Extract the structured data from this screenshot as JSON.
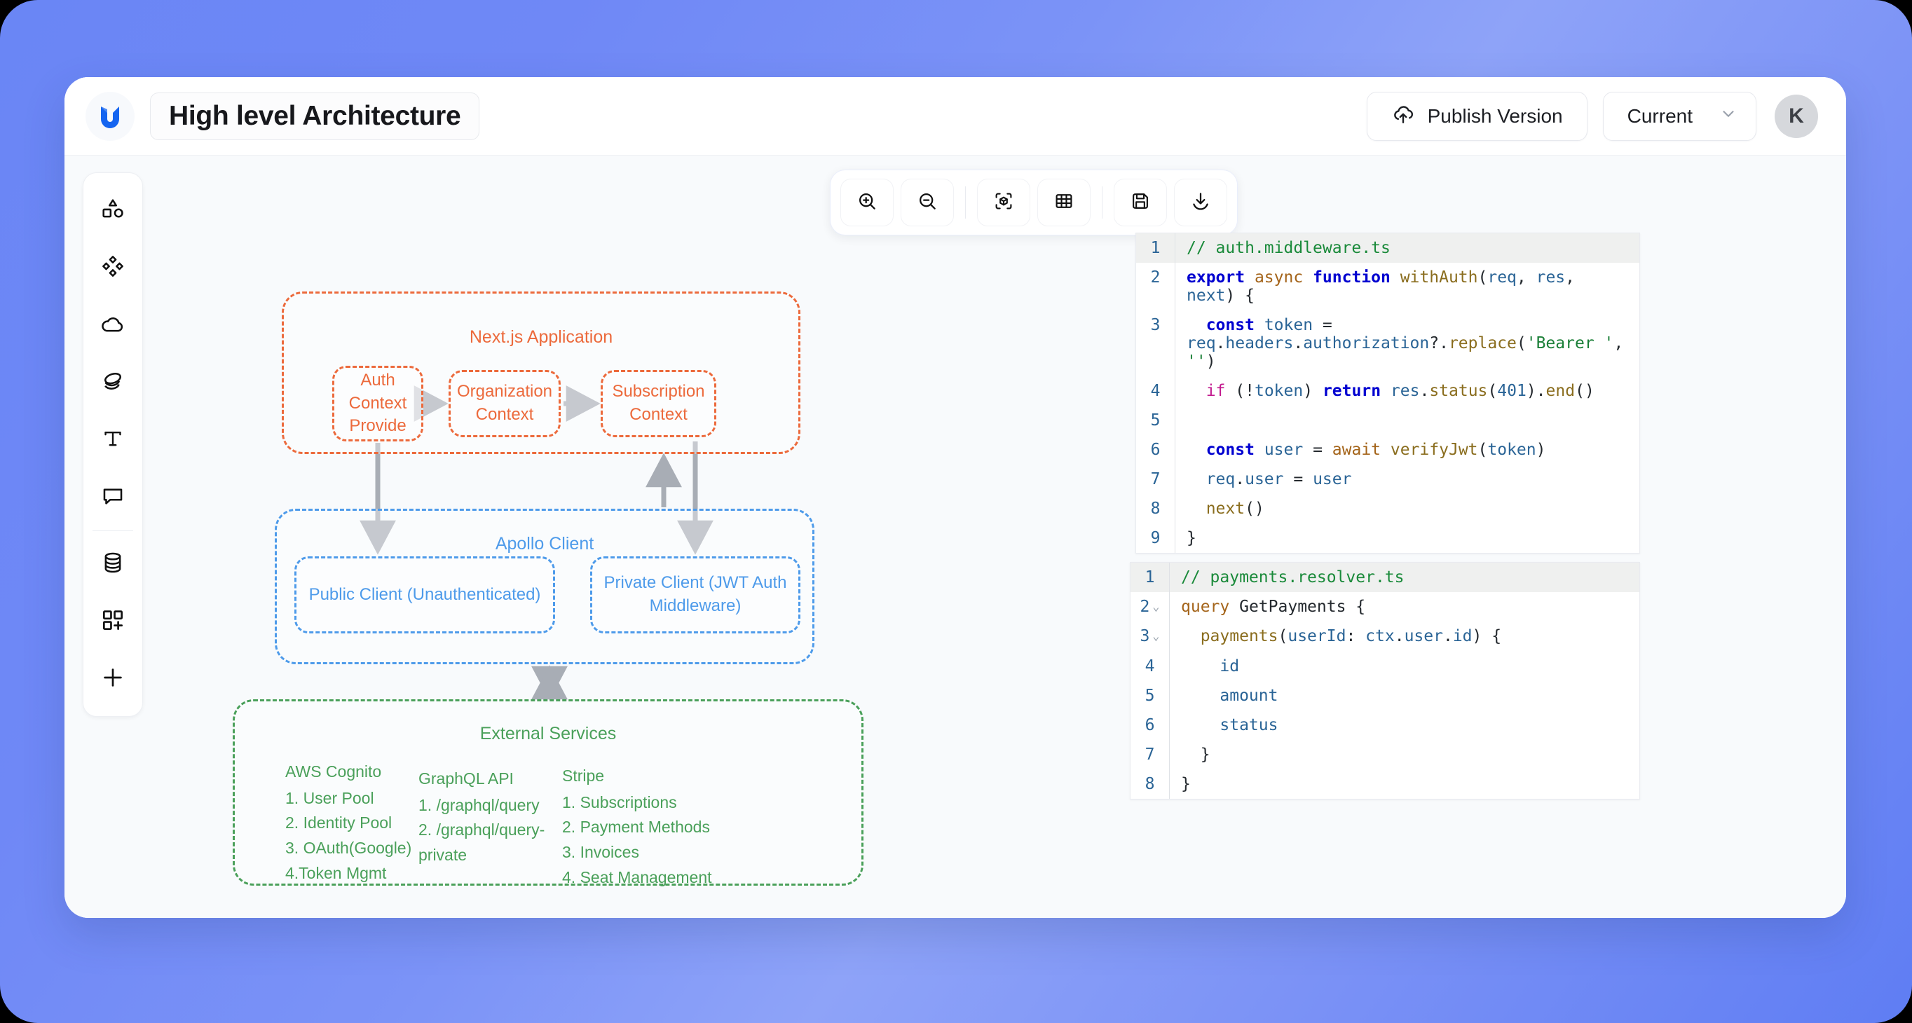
{
  "header": {
    "logo_icon": "app-logo-icon",
    "title": "High level Architecture",
    "publish_label": "Publish Version",
    "publish_icon": "cloud-upload-icon",
    "version_label": "Current",
    "version_chevron_icon": "chevron-down-icon",
    "avatar_initial": "K"
  },
  "sidebar": {
    "items": [
      {
        "name": "shapes-icon",
        "label": "Shapes"
      },
      {
        "name": "nodes-icon",
        "label": "Nodes"
      },
      {
        "name": "cloud-icon",
        "label": "Cloud"
      },
      {
        "name": "layers-icon",
        "label": "Layers"
      },
      {
        "name": "text-icon",
        "label": "Text"
      },
      {
        "name": "comment-icon",
        "label": "Comment"
      },
      {
        "name": "database-icon",
        "label": "Database"
      },
      {
        "name": "add-widget-icon",
        "label": "Add widget"
      },
      {
        "name": "plus-icon",
        "label": "Add"
      }
    ]
  },
  "toolbar": {
    "buttons": [
      {
        "name": "zoom-in-icon",
        "label": "Zoom in"
      },
      {
        "name": "zoom-out-icon",
        "label": "Zoom out"
      },
      {
        "name": "fit-view-icon",
        "label": "Fit view"
      },
      {
        "name": "grid-icon",
        "label": "Toggle grid"
      },
      {
        "name": "save-icon",
        "label": "Save"
      },
      {
        "name": "download-icon",
        "label": "Download"
      }
    ]
  },
  "diagram": {
    "groups": {
      "nextjs": {
        "title": "Next.js Application",
        "color": "#ec6a3c"
      },
      "apollo": {
        "title": "Apollo Client",
        "color": "#4e9bea"
      },
      "external": {
        "title": "External Services",
        "color": "#4aa05a"
      }
    },
    "nodes": {
      "auth_context": "Auth Context Provide",
      "org_context": "Organization Context",
      "sub_context": "Subscription Context",
      "public_client": "Public Client (Unauthenticated)",
      "private_client": "Private Client (JWT Auth Middleware)"
    },
    "services": [
      {
        "heading": "AWS Cognito",
        "items": [
          "1. User Pool",
          "2. Identity Pool",
          "3. OAuth(Google)",
          "4.Token Mgmt"
        ]
      },
      {
        "heading": "GraphQL API",
        "items": [
          "1. /graphql/query",
          "2. /graphql/query-private"
        ]
      },
      {
        "heading": "Stripe",
        "items": [
          "1. Subscriptions",
          "2. Payment Methods",
          "3. Invoices",
          "4. Seat Management"
        ]
      }
    ]
  },
  "code_blocks": [
    {
      "name": "auth-middleware-code",
      "lines": [
        {
          "n": "1",
          "fold": false,
          "highlight": true,
          "text": "// auth.middleware.ts"
        },
        {
          "n": "2",
          "fold": false,
          "highlight": false,
          "text": "export async function withAuth(req, res, next) {"
        },
        {
          "n": "3",
          "fold": false,
          "highlight": false,
          "text": "  const token = req.headers.authorization?.replace('Bearer ', '')"
        },
        {
          "n": "4",
          "fold": false,
          "highlight": false,
          "text": "  if (!token) return res.status(401).end()"
        },
        {
          "n": "5",
          "fold": false,
          "highlight": false,
          "text": ""
        },
        {
          "n": "6",
          "fold": false,
          "highlight": false,
          "text": "  const user = await verifyJwt(token)"
        },
        {
          "n": "7",
          "fold": false,
          "highlight": false,
          "text": "  req.user = user"
        },
        {
          "n": "8",
          "fold": false,
          "highlight": false,
          "text": "  next()"
        },
        {
          "n": "9",
          "fold": false,
          "highlight": false,
          "text": "}"
        }
      ]
    },
    {
      "name": "payments-resolver-code",
      "lines": [
        {
          "n": "1",
          "fold": false,
          "highlight": true,
          "text": "// payments.resolver.ts"
        },
        {
          "n": "2",
          "fold": true,
          "highlight": false,
          "text": "query GetPayments {"
        },
        {
          "n": "3",
          "fold": true,
          "highlight": false,
          "text": "  payments(userId: ctx.user.id) {"
        },
        {
          "n": "4",
          "fold": false,
          "highlight": false,
          "text": "    id"
        },
        {
          "n": "5",
          "fold": false,
          "highlight": false,
          "text": "    amount"
        },
        {
          "n": "6",
          "fold": false,
          "highlight": false,
          "text": "    status"
        },
        {
          "n": "7",
          "fold": false,
          "highlight": false,
          "text": "  }"
        },
        {
          "n": "8",
          "fold": false,
          "highlight": false,
          "text": "}"
        }
      ]
    }
  ]
}
